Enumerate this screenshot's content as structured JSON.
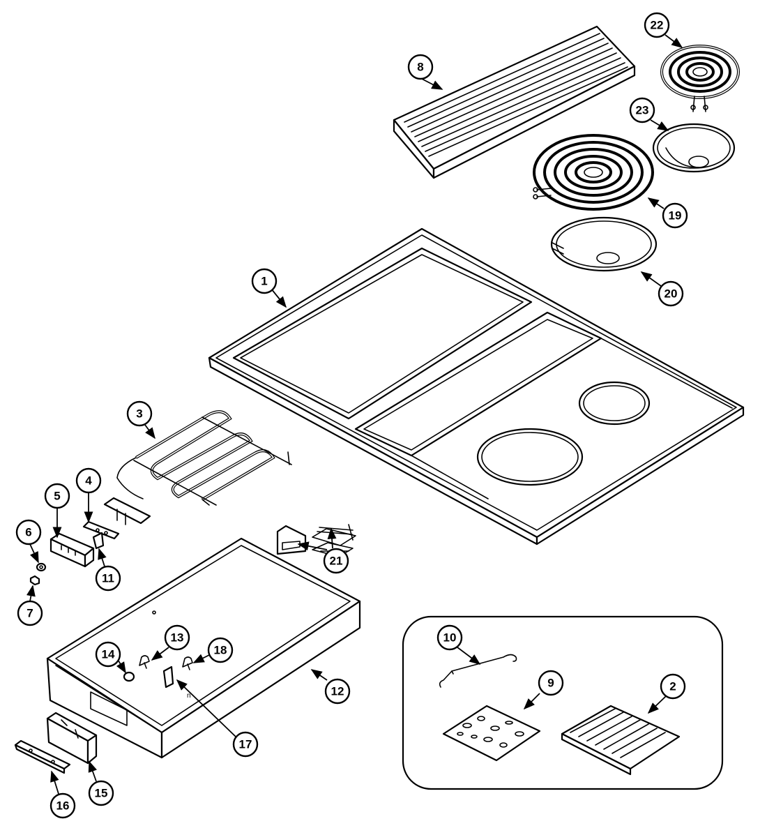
{
  "callouts": [
    {
      "id": "1",
      "label": "1"
    },
    {
      "id": "2",
      "label": "2"
    },
    {
      "id": "3",
      "label": "3"
    },
    {
      "id": "4",
      "label": "4"
    },
    {
      "id": "5",
      "label": "5"
    },
    {
      "id": "6",
      "label": "6"
    },
    {
      "id": "7",
      "label": "7"
    },
    {
      "id": "8",
      "label": "8"
    },
    {
      "id": "9",
      "label": "9"
    },
    {
      "id": "10",
      "label": "10"
    },
    {
      "id": "11",
      "label": "11"
    },
    {
      "id": "12",
      "label": "12"
    },
    {
      "id": "13",
      "label": "13"
    },
    {
      "id": "14",
      "label": "14"
    },
    {
      "id": "15",
      "label": "15"
    },
    {
      "id": "16",
      "label": "16"
    },
    {
      "id": "17",
      "label": "17"
    },
    {
      "id": "18",
      "label": "18"
    },
    {
      "id": "19",
      "label": "19"
    },
    {
      "id": "20",
      "label": "20"
    },
    {
      "id": "21",
      "label": "21"
    },
    {
      "id": "22",
      "label": "22"
    },
    {
      "id": "23",
      "label": "23"
    }
  ],
  "colors": {
    "line": "#000000",
    "background": "#ffffff"
  }
}
